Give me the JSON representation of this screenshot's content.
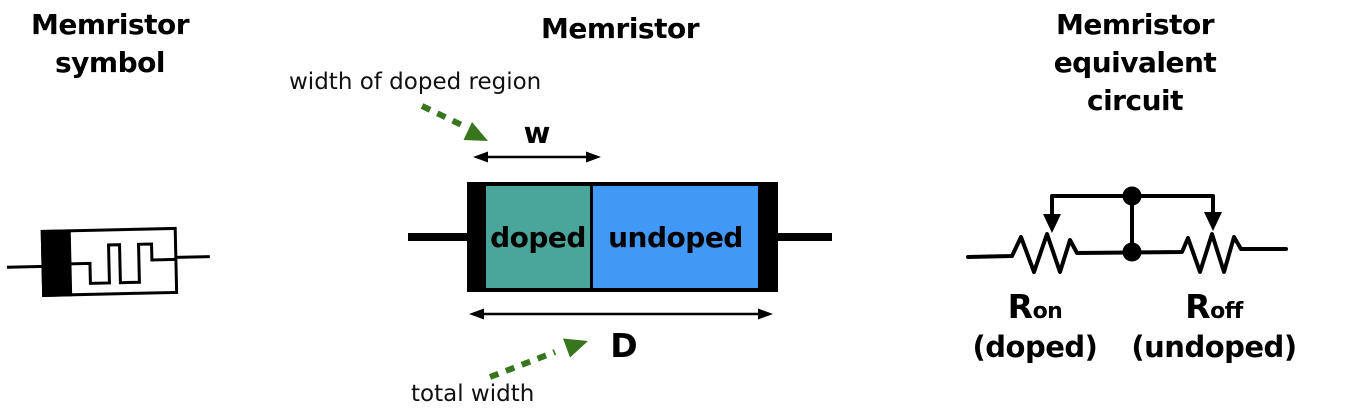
{
  "symbol_panel": {
    "title": "Memristor symbol"
  },
  "device_panel": {
    "title": "Memristor",
    "top_annotation": "width of doped region",
    "bottom_annotation": "total width",
    "w_label": "w",
    "d_label": "D",
    "doped_label": "doped",
    "undoped_label": "undoped",
    "colors": {
      "doped_region": "#4AA69B",
      "undoped_region": "#4299F5",
      "annotation_arrow": "#38761D",
      "electrode": "#000000"
    }
  },
  "equivalent_panel": {
    "title": "Memristor equivalent circuit",
    "r_on": {
      "symbol": "R",
      "subscript": "on",
      "caption": "(doped)"
    },
    "r_off": {
      "symbol": "R",
      "subscript": "off",
      "caption": "(undoped)"
    }
  }
}
